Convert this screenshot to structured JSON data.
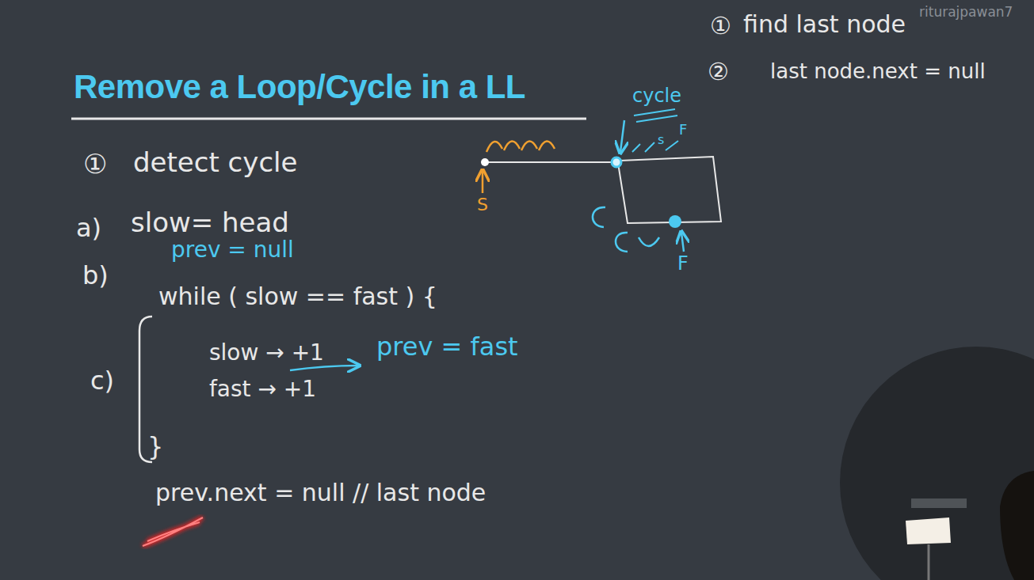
{
  "diagram": {
    "title": "Remove a Loop/Cycle in a LL",
    "labels": [
      "riturajpawan7",
      "①",
      "find last node",
      "②",
      "last node.next = null",
      "①",
      "detect cycle",
      "cycle",
      "s",
      "F",
      "S",
      "F",
      "a)",
      "slow= head",
      "b)",
      "prev = null",
      "while ( slow == fast ) {",
      "c)",
      "slow → +1",
      "prev = fast",
      "fast → +1",
      "}",
      "prev.next = null // last node"
    ]
  }
}
